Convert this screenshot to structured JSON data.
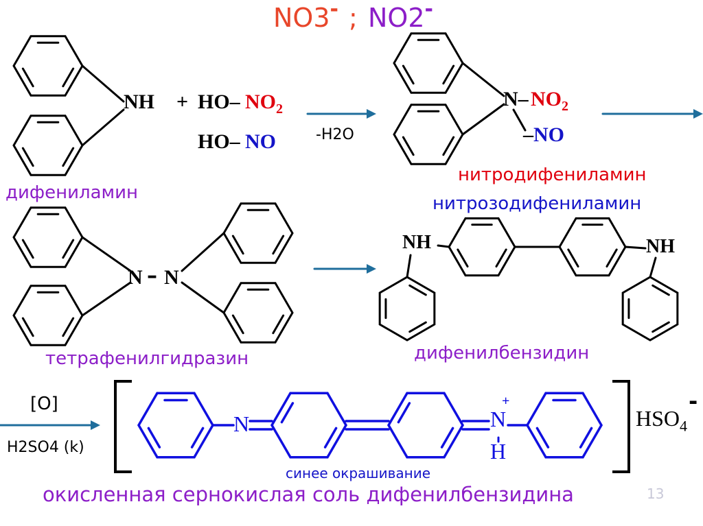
{
  "title": {
    "nitrate": "NO3",
    "nitrate_sub": "3",
    "separator": ";",
    "nitrite": "NO2",
    "nitrite_sub": "2",
    "charge": "-"
  },
  "reaction1": {
    "nh": "NH",
    "plus": "+",
    "ho1": "HO",
    "no2": "NO",
    "no2_sub": "2",
    "ho2": "HO",
    "no": "NO",
    "condition": "-H2O",
    "product_n": "N",
    "product_no2": "NO",
    "product_no2_sub": "2",
    "product_no": "NO"
  },
  "names": {
    "diphenylamine": "дифениламин",
    "nitrodiphenylamine": "нитродифениламин",
    "nitrosodiphenylamine": "нитрозодифениламин",
    "tetraphenylhydrazine": "тетрафенилгидразин",
    "diphenylbenzidine": "дифенилбензидин",
    "blue_coloring": "синее окрашивание",
    "final_salt": "окисленная сернокислая соль дифенилбензидина",
    "slide_number": "13"
  },
  "hydrazine": {
    "n1": "N",
    "n2": "N"
  },
  "benzidine": {
    "nh_left": "NH",
    "nh_right": "NH"
  },
  "oxidation": {
    "oxidant": "[O]",
    "acid": "H2SO4 (k)",
    "n_imine": "N",
    "n_plus": "N",
    "plus_sign": "+",
    "h": "H",
    "anion": "HSO",
    "anion_sub": "4",
    "anion_charge": "-"
  },
  "colors": {
    "black": "#000000",
    "red": "#e0000e",
    "blue": "#1414c8",
    "purple": "#8c1ec8",
    "title_orange": "#e8462a",
    "arrow_teal": "#1f6e9c",
    "bright_blue": "#1010e0"
  }
}
